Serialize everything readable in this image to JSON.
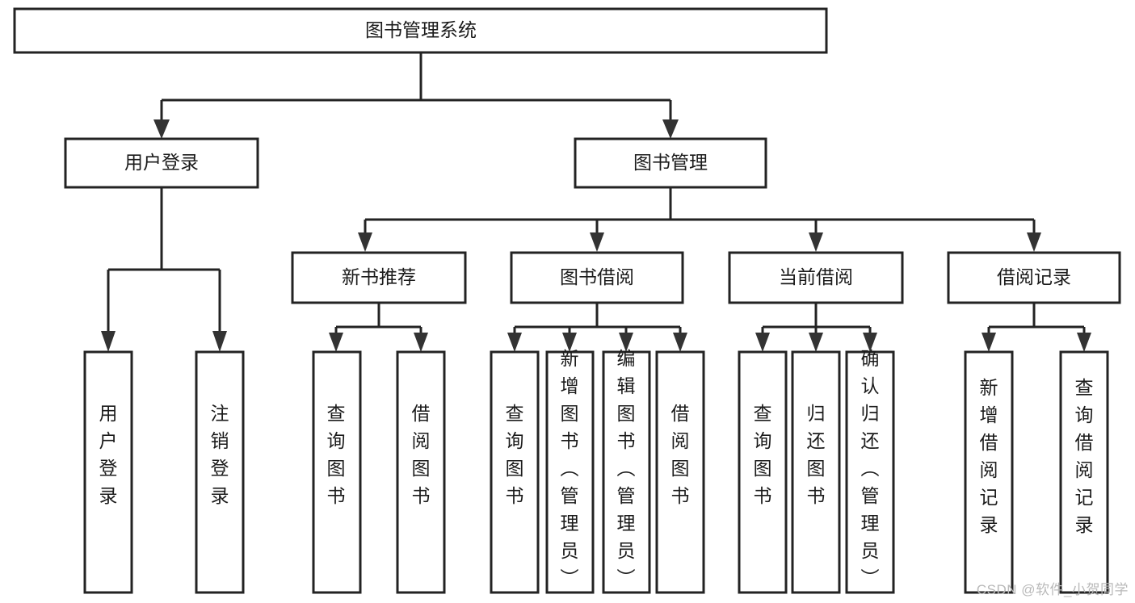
{
  "diagram": {
    "type": "tree-hierarchy",
    "title": "图书管理系统",
    "orientation": "top-down",
    "colors": {
      "box_stroke": "#232323",
      "box_fill": "#ffffff",
      "connector": "#232323",
      "arrow": "#333333",
      "text": "#1b1b1b",
      "watermark": "#b9b9b9",
      "background": "#ffffff"
    },
    "levels": {
      "level1": [
        {
          "id": "root",
          "label": "图书管理系统"
        }
      ],
      "level2": [
        {
          "id": "user-login",
          "label": "用户登录",
          "parent": "root"
        },
        {
          "id": "book-manage",
          "label": "图书管理",
          "parent": "root"
        }
      ],
      "level3": [
        {
          "id": "new-book-recommend",
          "label": "新书推荐",
          "parent": "book-manage"
        },
        {
          "id": "book-borrow",
          "label": "图书借阅",
          "parent": "book-manage"
        },
        {
          "id": "current-borrow",
          "label": "当前借阅",
          "parent": "book-manage"
        },
        {
          "id": "borrow-record",
          "label": "借阅记录",
          "parent": "book-manage"
        }
      ],
      "level4": [
        {
          "id": "leaf-user-login",
          "label": "用户登录",
          "parent": "user-login"
        },
        {
          "id": "leaf-logout-login",
          "label": "注销登录",
          "parent": "user-login"
        },
        {
          "id": "leaf-query-book-1",
          "label": "查询图书",
          "parent": "new-book-recommend"
        },
        {
          "id": "leaf-borrow-book-1",
          "label": "借阅图书",
          "parent": "new-book-recommend"
        },
        {
          "id": "leaf-query-book-2",
          "label": "查询图书",
          "parent": "book-borrow"
        },
        {
          "id": "leaf-add-book",
          "label": "新增图书（管理员）",
          "parent": "book-borrow"
        },
        {
          "id": "leaf-edit-book",
          "label": "编辑图书（管理员）",
          "parent": "book-borrow"
        },
        {
          "id": "leaf-borrow-book-2",
          "label": "借阅图书",
          "parent": "book-borrow"
        },
        {
          "id": "leaf-query-book-3",
          "label": "查询图书",
          "parent": "current-borrow"
        },
        {
          "id": "leaf-return-book",
          "label": "归还图书",
          "parent": "current-borrow"
        },
        {
          "id": "leaf-confirm-return",
          "label": "确认归还（管理员）",
          "parent": "current-borrow"
        },
        {
          "id": "leaf-add-record",
          "label": "新增借阅记录",
          "parent": "borrow-record"
        },
        {
          "id": "leaf-query-record",
          "label": "查询借阅记录",
          "parent": "borrow-record"
        }
      ]
    }
  },
  "watermark": {
    "text": "CSDN @软件_小贺同学"
  }
}
